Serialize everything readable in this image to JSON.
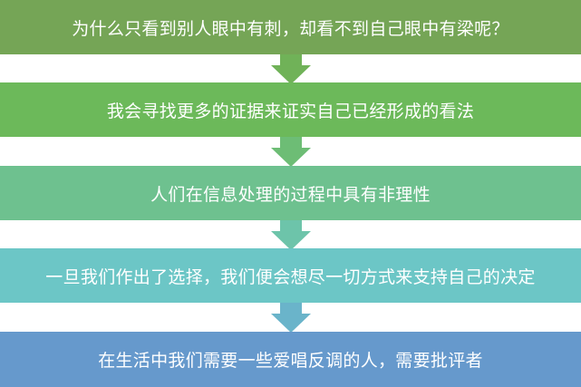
{
  "steps": [
    {
      "text": "为什么只看到别人眼中有刺，却看不到自己眼中有梁呢？",
      "color": "#75A556"
    },
    {
      "text": "我会寻找更多的证据来证实自己已经形成的看法",
      "color": "#6CB95A"
    },
    {
      "text": "人们在信息处理的过程中具有非理性",
      "color": "#6EC18F"
    },
    {
      "text": "一旦我们作出了选择，我们便会想尽一切方式来支持自己的决定",
      "color": "#6CC6C6"
    },
    {
      "text": "在生活中我们需要一些爱唱反调的人，需要批评者",
      "color": "#6699CC"
    }
  ],
  "arrows": [
    {
      "color": "#70B258"
    },
    {
      "color": "#6DBD75"
    },
    {
      "color": "#6DC4AA"
    },
    {
      "color": "#6AB4CA"
    }
  ]
}
